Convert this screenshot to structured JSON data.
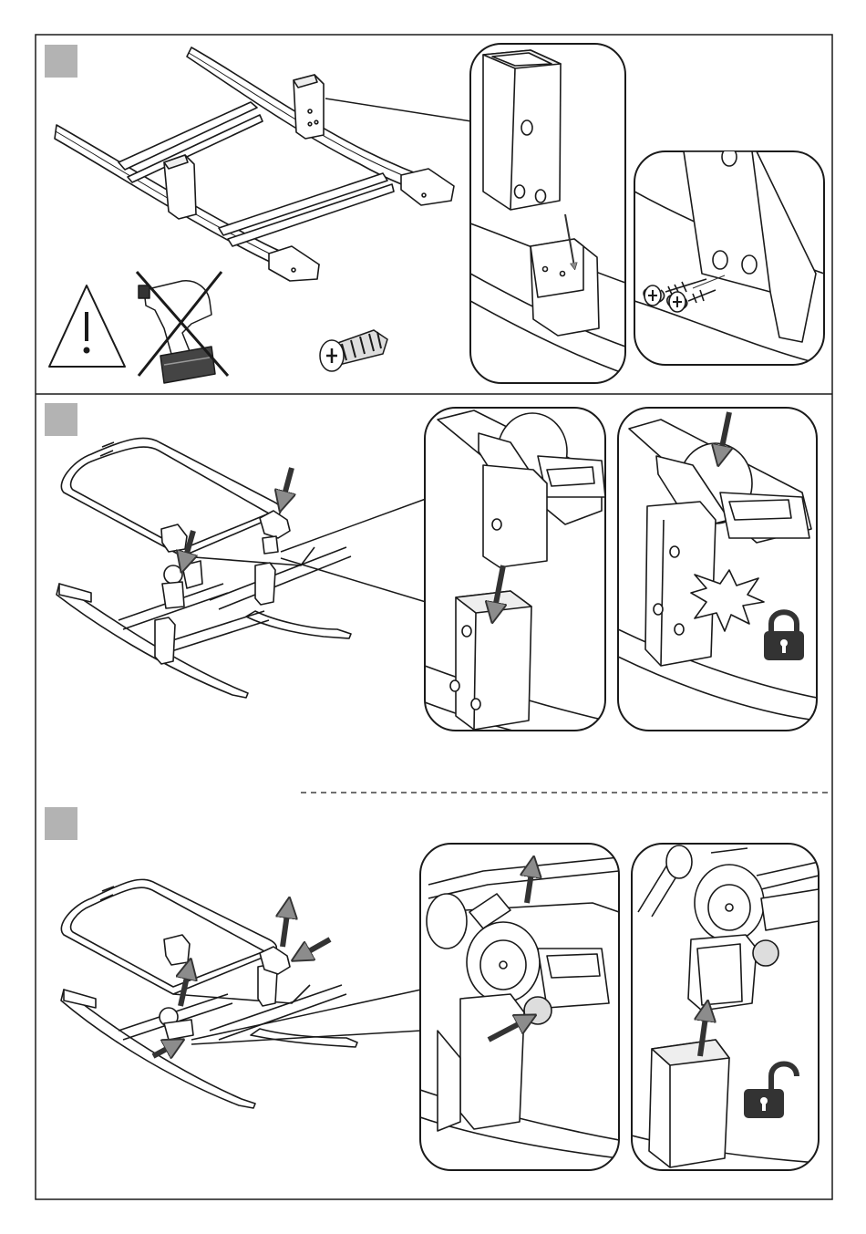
{
  "document": {
    "type": "assembly instruction sheet",
    "steps": [
      {
        "badge_color": "#b3b3b3",
        "icons": [
          "warning-triangle-icon",
          "no-power-drill-icon",
          "phillips-screw-icon"
        ],
        "callouts": [
          "leg-socket-detail",
          "screw-fixing-detail"
        ]
      },
      {
        "badge_color": "#b3b3b3",
        "icons": [
          "lock-closed-icon",
          "click-burst-icon"
        ],
        "callouts": [
          "insert-detail",
          "locked-detail"
        ]
      },
      {
        "badge_color": "#b3b3b3",
        "icons": [
          "lock-open-icon"
        ],
        "callouts": [
          "press-release-detail",
          "lift-out-detail"
        ]
      }
    ],
    "colors": {
      "line": "#1a1a1a",
      "fill": "#ffffff",
      "badge": "#b3b3b3",
      "arrow": "#8c8c8c",
      "lock": "#333333"
    }
  }
}
